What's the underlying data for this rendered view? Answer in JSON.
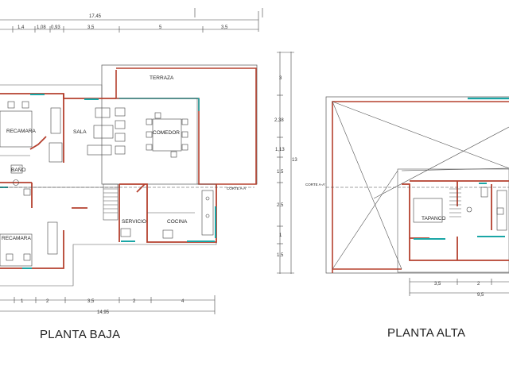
{
  "titles": {
    "ground_floor": "PLANTA BAJA",
    "upper_floor": "PLANTA ALTA"
  },
  "rooms": {
    "terraza": "TERRAZA",
    "sala": "SALA",
    "comedor": "COMEDOR",
    "recamara_1": "RECAMARA",
    "recamara_2": "RECAMARA",
    "bano": "BAÑO",
    "servicio": "SERVICIO",
    "cocina": "COCINA",
    "tapanco": "TAPANCO"
  },
  "section_marks": {
    "ground": "CORTE A-A'",
    "upper": "CORTE A-A'"
  },
  "dimensions": {
    "top_total": "17,45",
    "top_segments": [
      "1,4",
      "1,08",
      "0,93",
      "3,5",
      "5",
      "3,5"
    ],
    "bottom_segments": [
      "1",
      "2",
      "3,5",
      "2",
      "4"
    ],
    "bottom_total": "14,95",
    "vertical_total": "13",
    "vertical_segments": [
      "3",
      "2,38",
      "1,13",
      "1,5",
      "2,5",
      "1",
      "1,5"
    ],
    "upper_segments": [
      "3,5",
      "2"
    ],
    "upper_total": "9,5"
  },
  "colors": {
    "wall": "#b5412f",
    "glass": "#1aa6a6",
    "line": "#444444"
  }
}
